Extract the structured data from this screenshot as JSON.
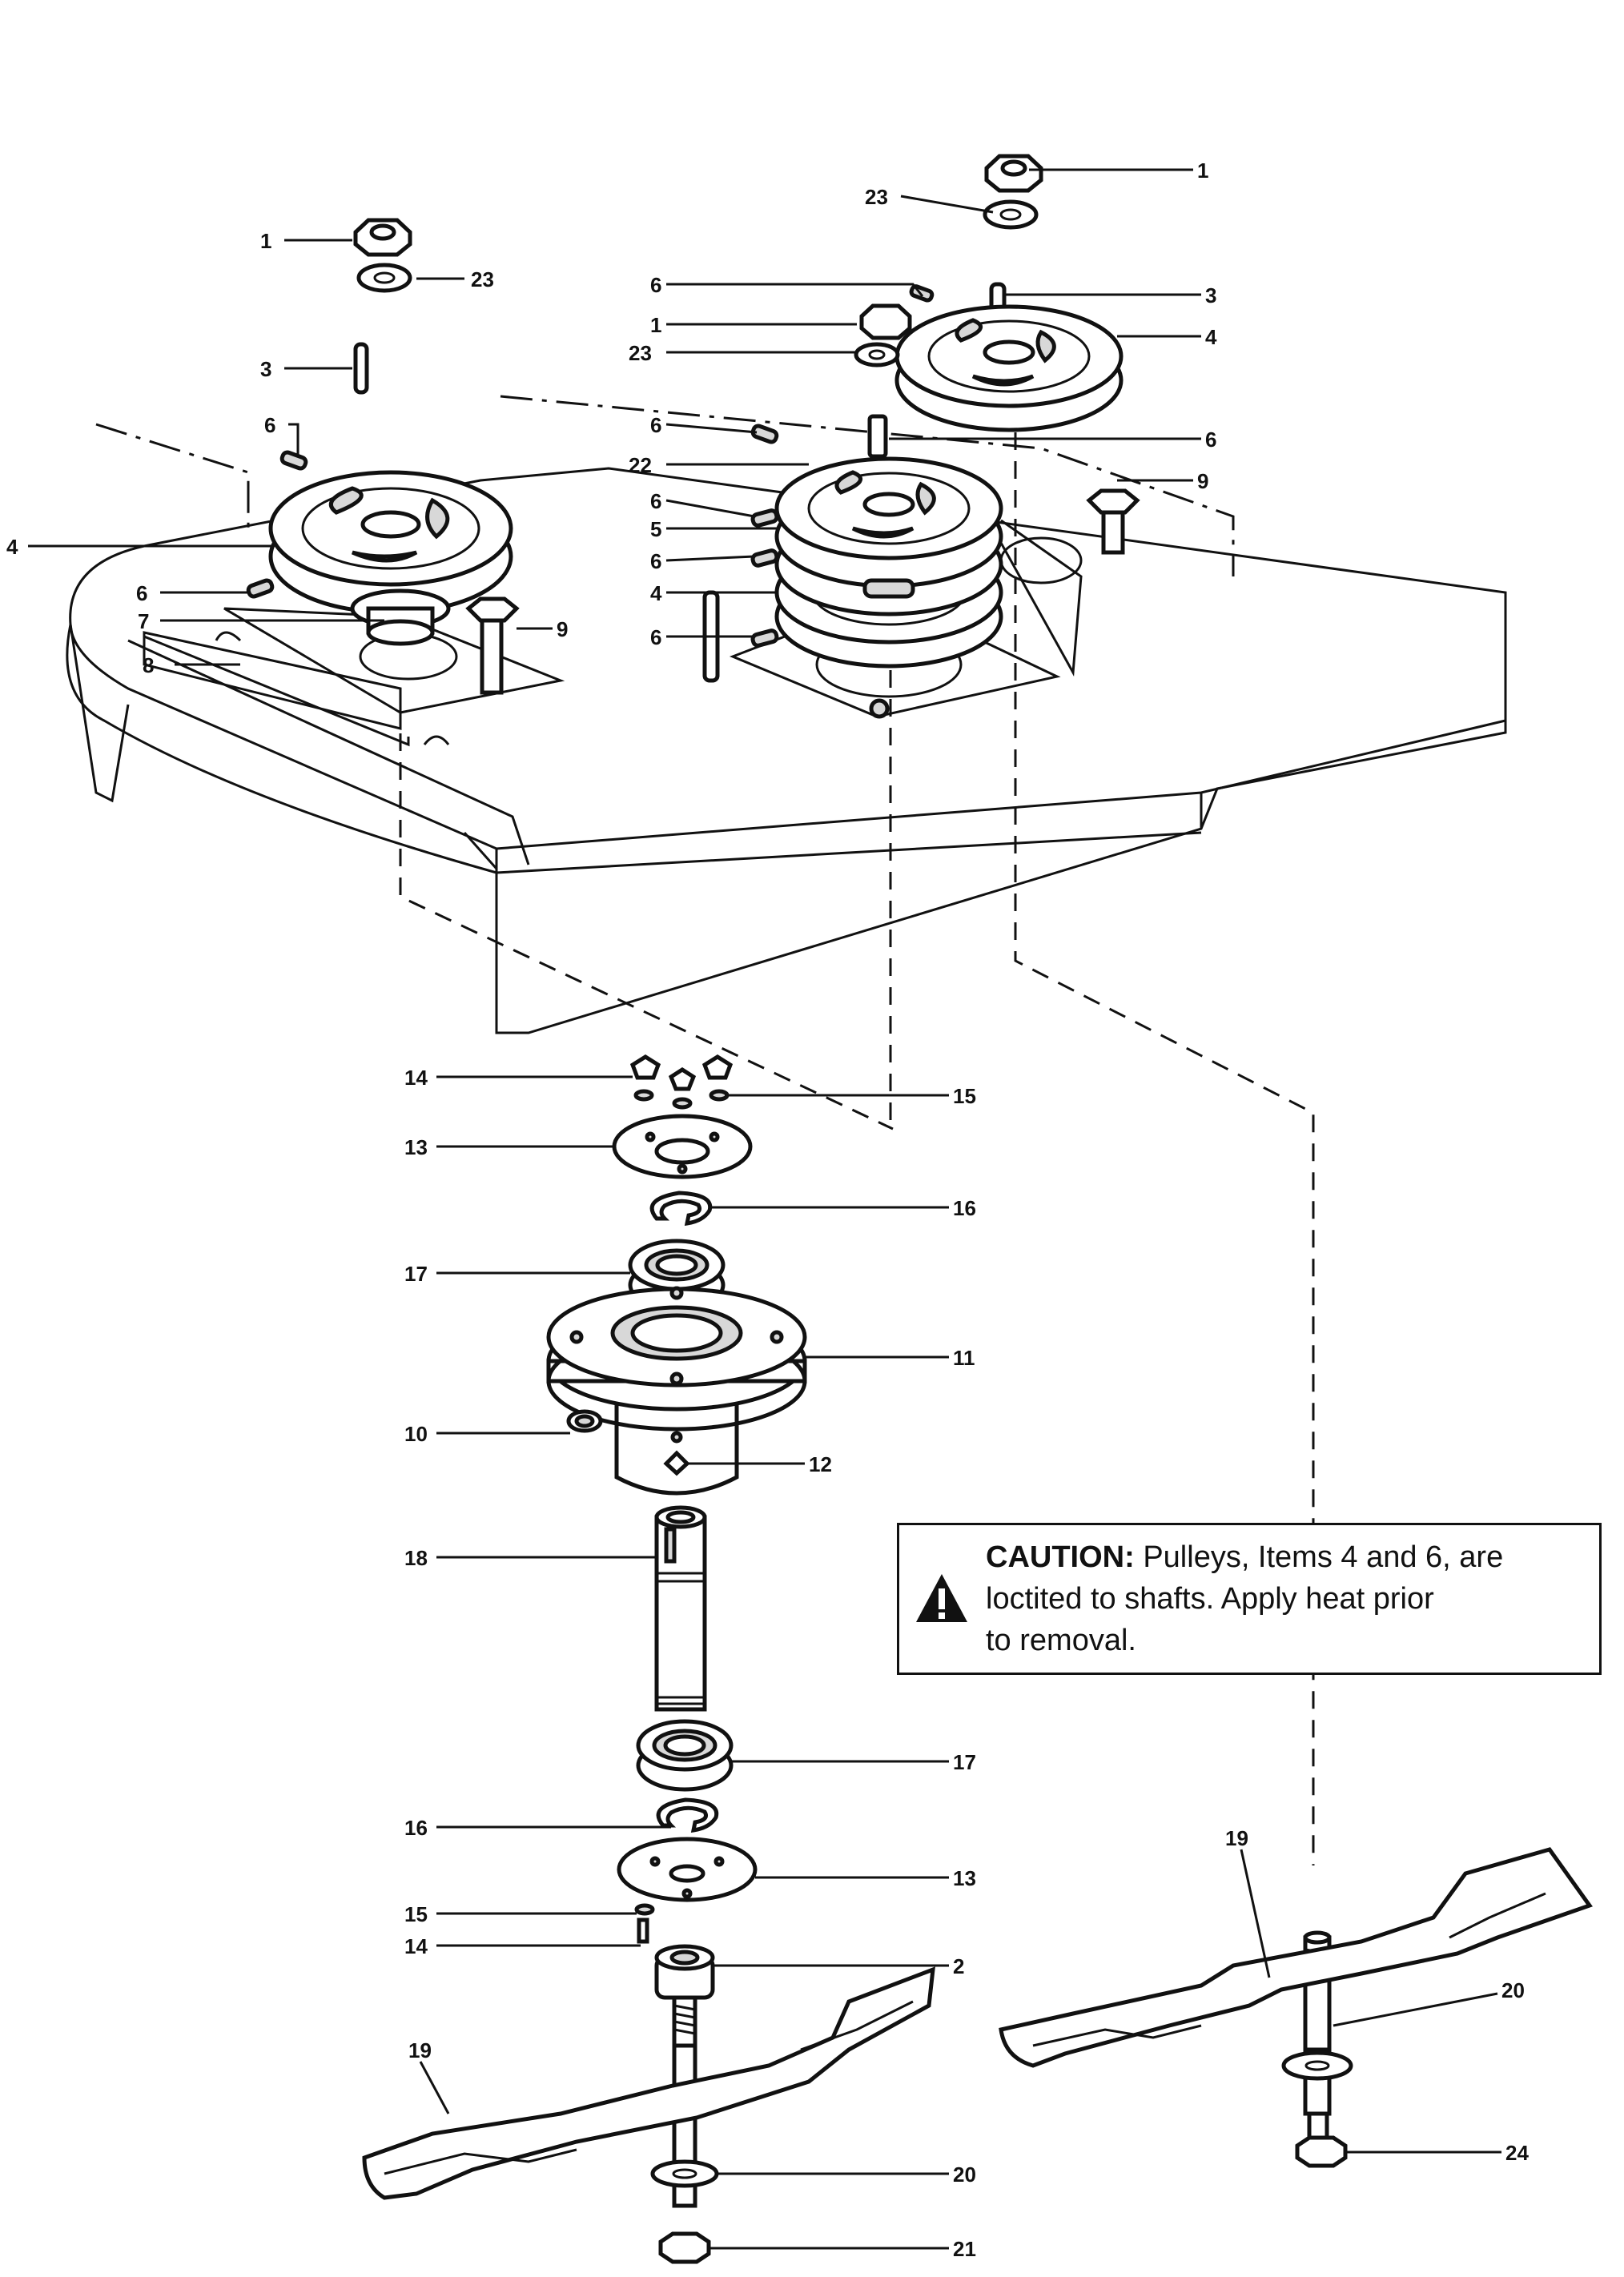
{
  "callouts": [
    {
      "id": "c1a",
      "text": "1"
    },
    {
      "id": "c23a",
      "text": "23"
    },
    {
      "id": "c3a",
      "text": "3"
    },
    {
      "id": "c6a",
      "text": "6"
    },
    {
      "id": "c4a",
      "text": "4"
    },
    {
      "id": "c6b",
      "text": "6"
    },
    {
      "id": "c7",
      "text": "7"
    },
    {
      "id": "c8",
      "text": "8"
    },
    {
      "id": "c9a",
      "text": "9"
    },
    {
      "id": "c1b",
      "text": "1"
    },
    {
      "id": "c23b",
      "text": "23"
    },
    {
      "id": "c6c",
      "text": "6"
    },
    {
      "id": "c1c",
      "text": "1"
    },
    {
      "id": "c23c",
      "text": "23"
    },
    {
      "id": "c3b",
      "text": "3"
    },
    {
      "id": "c4b",
      "text": "4"
    },
    {
      "id": "c6d",
      "text": "6"
    },
    {
      "id": "c6e",
      "text": "6"
    },
    {
      "id": "c22",
      "text": "22"
    },
    {
      "id": "c9b",
      "text": "9"
    },
    {
      "id": "c6f",
      "text": "6"
    },
    {
      "id": "c5",
      "text": "5"
    },
    {
      "id": "c6g",
      "text": "6"
    },
    {
      "id": "c4c",
      "text": "4"
    },
    {
      "id": "c6h",
      "text": "6"
    },
    {
      "id": "c14a",
      "text": "14"
    },
    {
      "id": "c15a",
      "text": "15"
    },
    {
      "id": "c13a",
      "text": "13"
    },
    {
      "id": "c16a",
      "text": "16"
    },
    {
      "id": "c17a",
      "text": "17"
    },
    {
      "id": "c11",
      "text": "11"
    },
    {
      "id": "c10",
      "text": "10"
    },
    {
      "id": "c12",
      "text": "12"
    },
    {
      "id": "c18",
      "text": "18"
    },
    {
      "id": "c17b",
      "text": "17"
    },
    {
      "id": "c16b",
      "text": "16"
    },
    {
      "id": "c13b",
      "text": "13"
    },
    {
      "id": "c15b",
      "text": "15"
    },
    {
      "id": "c14b",
      "text": "14"
    },
    {
      "id": "c2",
      "text": "2"
    },
    {
      "id": "c19a",
      "text": "19"
    },
    {
      "id": "c20a",
      "text": "20"
    },
    {
      "id": "c21",
      "text": "21"
    },
    {
      "id": "c19b",
      "text": "19"
    },
    {
      "id": "c20b",
      "text": "20"
    },
    {
      "id": "c24",
      "text": "24"
    }
  ],
  "caution": {
    "heading": "CAUTION:",
    "line1": " Pulleys, Items 4 and 6, are",
    "line2": "loctited to shafts. Apply heat prior",
    "line3": "to removal."
  },
  "icons": {
    "caution_icon": "warning-triangle-icon"
  }
}
